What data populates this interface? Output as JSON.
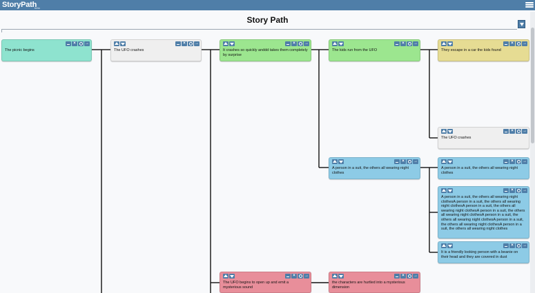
{
  "app": {
    "logo": "StoryPath",
    "logo_sub": "beta"
  },
  "page": {
    "title": "Story Path"
  },
  "icons": {
    "menu": "hamburger-icon",
    "filter": "chevron-down-icon",
    "up": "triangle-up-icon",
    "down": "triangle-down-icon",
    "note": "note-icon",
    "delete": "x-icon",
    "circle": "circle-icon",
    "next": "arrow-right-icon"
  },
  "colors": {
    "topbar": "#4f7ea8",
    "teal": "#8ee3cf",
    "gray": "#efefef",
    "green": "#9ce68f",
    "yellow": "#e6dc93",
    "blue": "#8dcbe6",
    "pink": "#e88e9a"
  },
  "cards": [
    {
      "id": "c1",
      "text": "The picnic begins",
      "color": "#8ee3cf",
      "arrows": false
    },
    {
      "id": "c2",
      "text": "The UFO crashes",
      "color": "#efefef",
      "arrows": true
    },
    {
      "id": "c3",
      "text": "It crashes so quickly anddd takes them completely by surprise",
      "color": "#9ce68f",
      "arrows": true
    },
    {
      "id": "c4",
      "text": "The kids run from the UFO",
      "color": "#9ce68f",
      "arrows": true
    },
    {
      "id": "c5",
      "text": "They escape in a car the kids found",
      "color": "#e6dc93",
      "arrows": true
    },
    {
      "id": "c6",
      "text": "The UFO crashes",
      "color": "#efefef",
      "arrows": true
    },
    {
      "id": "c7",
      "text": "A person in a suit, the others all wearing night clothes",
      "color": "#8dcbe6",
      "arrows": true
    },
    {
      "id": "c8",
      "text": "A person in a suit, the others all wearing night clothes",
      "color": "#8dcbe6",
      "arrows": true
    },
    {
      "id": "c9",
      "text": "A person in a suit, the others all wearing night clothesA person in a suit, the others all wearing night clothesA person in a suit, the others all wearing night clothesA person in a suit, the others all wearing night clothesA person in a suit, the others all wearing night clothesA person in a suit, the others all wearing night clothesA person in a suit, the others all wearing night clothes",
      "color": "#8dcbe6",
      "arrows": true
    },
    {
      "id": "c10",
      "text": "It is a friendly looking person with a beanie on their head and they are covered in dust",
      "color": "#8dcbe6",
      "arrows": true
    },
    {
      "id": "c11",
      "text": "The UFO begins to open up and emit a mysterious sound",
      "color": "#e88e9a",
      "arrows": true
    },
    {
      "id": "c12",
      "text": "the characters are hurtled into a mysterious dimension",
      "color": "#e88e9a",
      "arrows": true
    }
  ]
}
